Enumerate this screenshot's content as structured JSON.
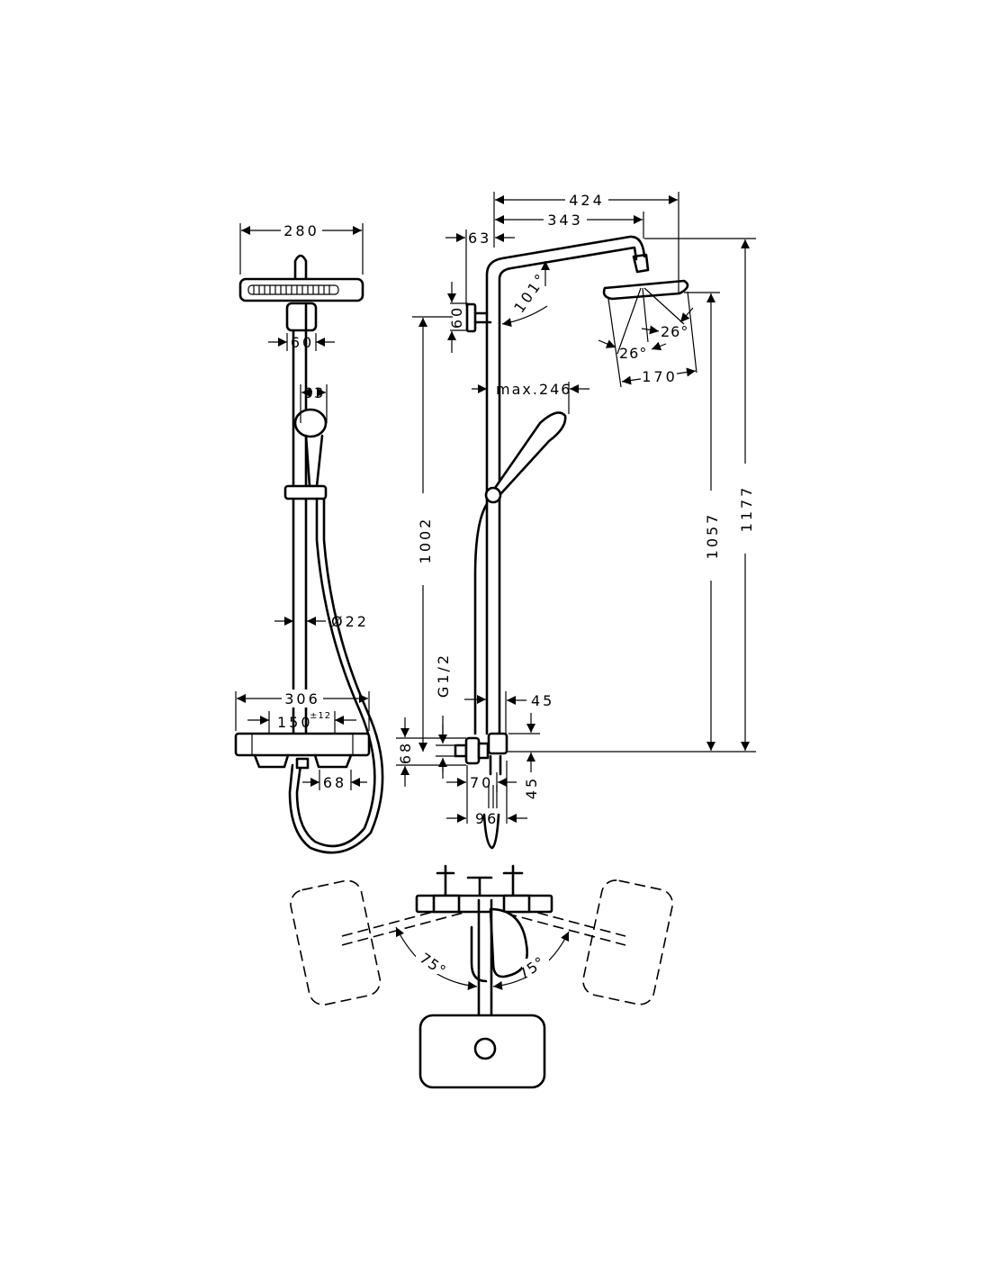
{
  "drawing": {
    "front_view": {
      "head_width": "280",
      "bracket_width": "60",
      "handshower_width": "93",
      "pipe_diameter": "Ø22",
      "thermostat_width": "306",
      "connection_spacing": "150",
      "connection_tolerance": "±12",
      "outlet_offset": "68"
    },
    "side_view": {
      "arm_length_total": "424",
      "arm_length_head": "343",
      "wall_offset": "63",
      "bracket_height": "60",
      "arm_angle": "101°",
      "head_tilt_a": "26°",
      "head_tilt_b": "26°",
      "head_diameter": "170",
      "handshower_projection": "max.246",
      "bracket_to_thermostat": "1002",
      "thread": "G1/2",
      "pipe_offset_top": "45",
      "thermostat_height": "68",
      "projection_70": "70",
      "pipe_offset_bottom": "45",
      "projection_96": "96",
      "head_height": "1057",
      "total_height": "1177"
    },
    "top_view": {
      "swivel_left": "75°",
      "swivel_right": "75°"
    }
  }
}
